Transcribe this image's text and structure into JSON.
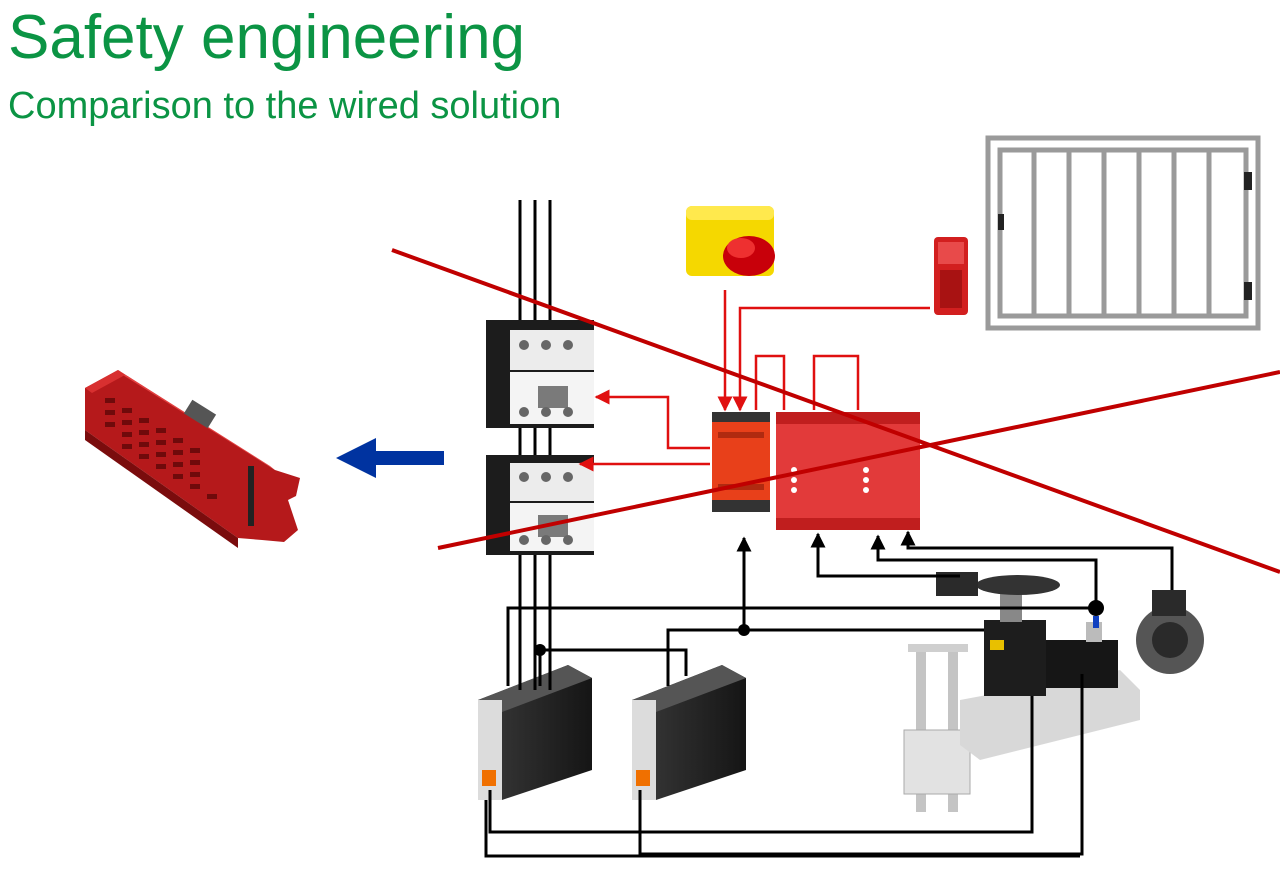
{
  "slide": {
    "title": "Safety engineering",
    "subtitle": "Comparison to the wired solution",
    "title_color": "#0b9444"
  },
  "components": [
    {
      "name": "safety-controller-module",
      "description": "red safety controller (replacement)"
    },
    {
      "name": "replacement-arrow-icon",
      "color": "#0033a0"
    },
    {
      "name": "contactor-upper"
    },
    {
      "name": "contactor-lower"
    },
    {
      "name": "emergency-stop-button",
      "color": "#f5d800"
    },
    {
      "name": "door-safety-switch",
      "color": "#d21f1f"
    },
    {
      "name": "protective-guard-door"
    },
    {
      "name": "safety-relay-module-1"
    },
    {
      "name": "safety-relay-module-2"
    },
    {
      "name": "safety-relay-module-3"
    },
    {
      "name": "servo-drive-1"
    },
    {
      "name": "servo-drive-2"
    },
    {
      "name": "servo-motor-axis"
    }
  ],
  "colors": {
    "signal_wiring": "#e01010",
    "power_wiring": "#000000",
    "cross_out": "#c00000"
  }
}
